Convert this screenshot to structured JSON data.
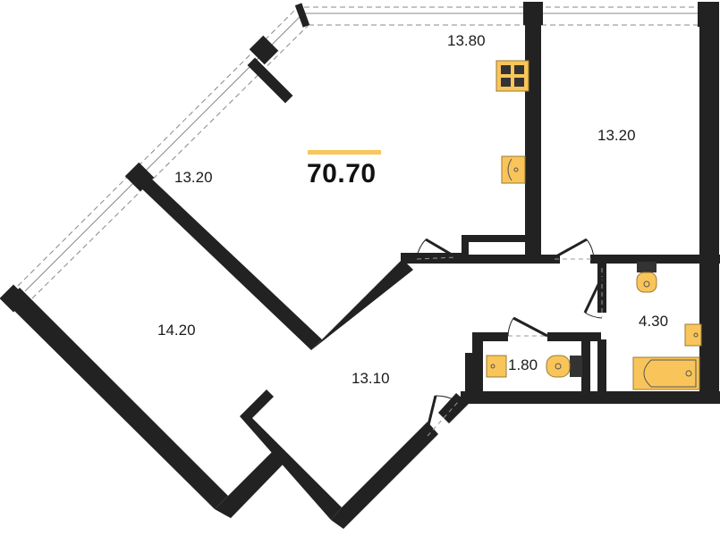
{
  "plan": {
    "total_area": "70.70",
    "accent_color": "#f9c55a",
    "wall_color": "#222222",
    "fixture_color": "#f9c55a",
    "rooms": [
      {
        "id": "kitchen",
        "area": "13.80"
      },
      {
        "id": "living-room",
        "area": "13.20"
      },
      {
        "id": "bedroom-right",
        "area": "13.20"
      },
      {
        "id": "bedroom-left",
        "area": "14.20"
      },
      {
        "id": "hallway",
        "area": "13.10"
      },
      {
        "id": "bathroom",
        "area": "4.30"
      },
      {
        "id": "toilet",
        "area": "1.80"
      }
    ]
  }
}
